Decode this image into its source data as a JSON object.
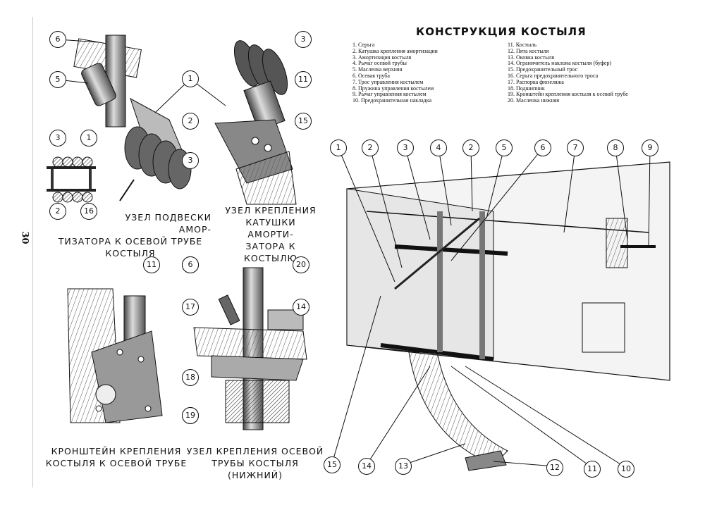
{
  "page_number": "30",
  "title": "КОНСТРУКЦИЯ   КОСТЫЛЯ",
  "legend": {
    "left": [
      "1. Серьга",
      "2. Катушка крепления амортизации",
      "3. Амортизация костыля",
      "4. Рычаг осевой трубы",
      "5. Масленка верхняя",
      "6. Осевая труба",
      "7. Трос управления костылем",
      "8. Пружина управления костылем",
      "9. Рычаг управления костылем",
      "10. Предохранительная накладка"
    ],
    "right": [
      "11. Костыль",
      "12. Пята костыля",
      "13. Оковка костыля",
      "14. Ограничитель наклона костыля (буфер)",
      "15. Предохранительный трос",
      "16. Серьга предохранительного троса",
      "17. Распорка фюзеляжа",
      "18. Подшипник",
      "19. Кронштейн крепления костыля к осевой трубе",
      "20. Масленка нижняя"
    ]
  },
  "captions": {
    "upper_left": [
      "УЗЕЛ ПОДВЕСКИ АМОР-",
      "ТИЗАТОРА К ОСЕВОЙ ТРУБЕ КОСТЫЛЯ"
    ],
    "upper_mid": [
      "УЗЕЛ КРЕПЛЕНИЯ",
      "КАТУШКИ АМОРТИ-",
      "ЗАТОРА К КОСТЫЛЮ"
    ],
    "lower_left": [
      "КРОНШТЕЙН КРЕПЛЕНИЯ",
      "КОСТЫЛЯ К ОСЕВОЙ ТРУБЕ"
    ],
    "lower_mid": [
      "УЗЕЛ КРЕПЛЕНИЯ ОСЕВОЙ",
      "ТРУБЫ КОСТЫЛЯ (НИЖНИЙ)"
    ]
  },
  "callouts": {
    "c_a6": "6",
    "c_a5": "5",
    "c_a3": "3",
    "c_a1": "1",
    "c_a2": "2",
    "c_a16": "16",
    "c_a1b": "1",
    "c_a2b": "2",
    "c_a3b": "3",
    "c_b3": "3",
    "c_b11": "11",
    "c_b15": "15",
    "c_c11": "11",
    "c_c6": "6",
    "c_c19": "19",
    "c_d6": "6",
    "c_d20": "20",
    "c_d17": "17",
    "c_d14": "14",
    "c_d18": "18",
    "c_d19": "19",
    "c_m1": "1",
    "c_m2": "2",
    "c_m3": "3",
    "c_m4": "4",
    "c_m2b": "2",
    "c_m5": "5",
    "c_m6": "6",
    "c_m7": "7",
    "c_m8": "8",
    "c_m9": "9",
    "c_m15": "15",
    "c_m14": "14",
    "c_m13": "13",
    "c_m12": "12",
    "c_m11": "11",
    "c_m10": "10"
  }
}
